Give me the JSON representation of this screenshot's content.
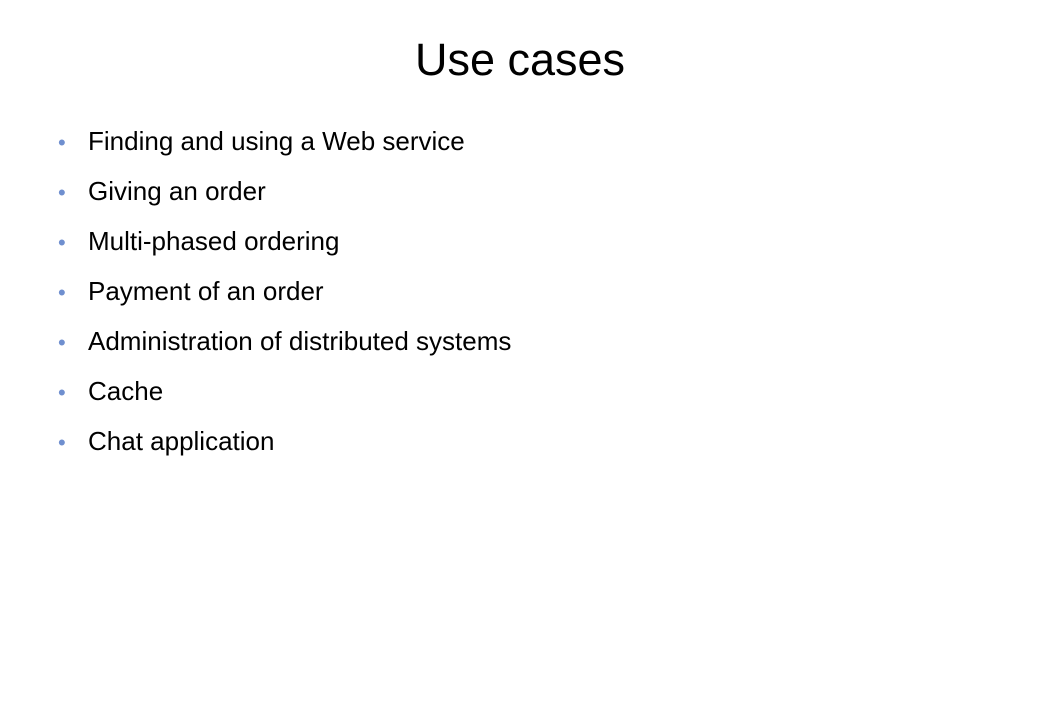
{
  "slide": {
    "title": "Use cases",
    "bullet_color": "#6f8fcf",
    "bullet_glyph": "•",
    "items": [
      "Finding and using a Web service",
      "Giving an order",
      "Multi-phased ordering",
      "Payment of an order",
      "Administration of distributed systems",
      "Cache",
      "Chat application"
    ]
  }
}
